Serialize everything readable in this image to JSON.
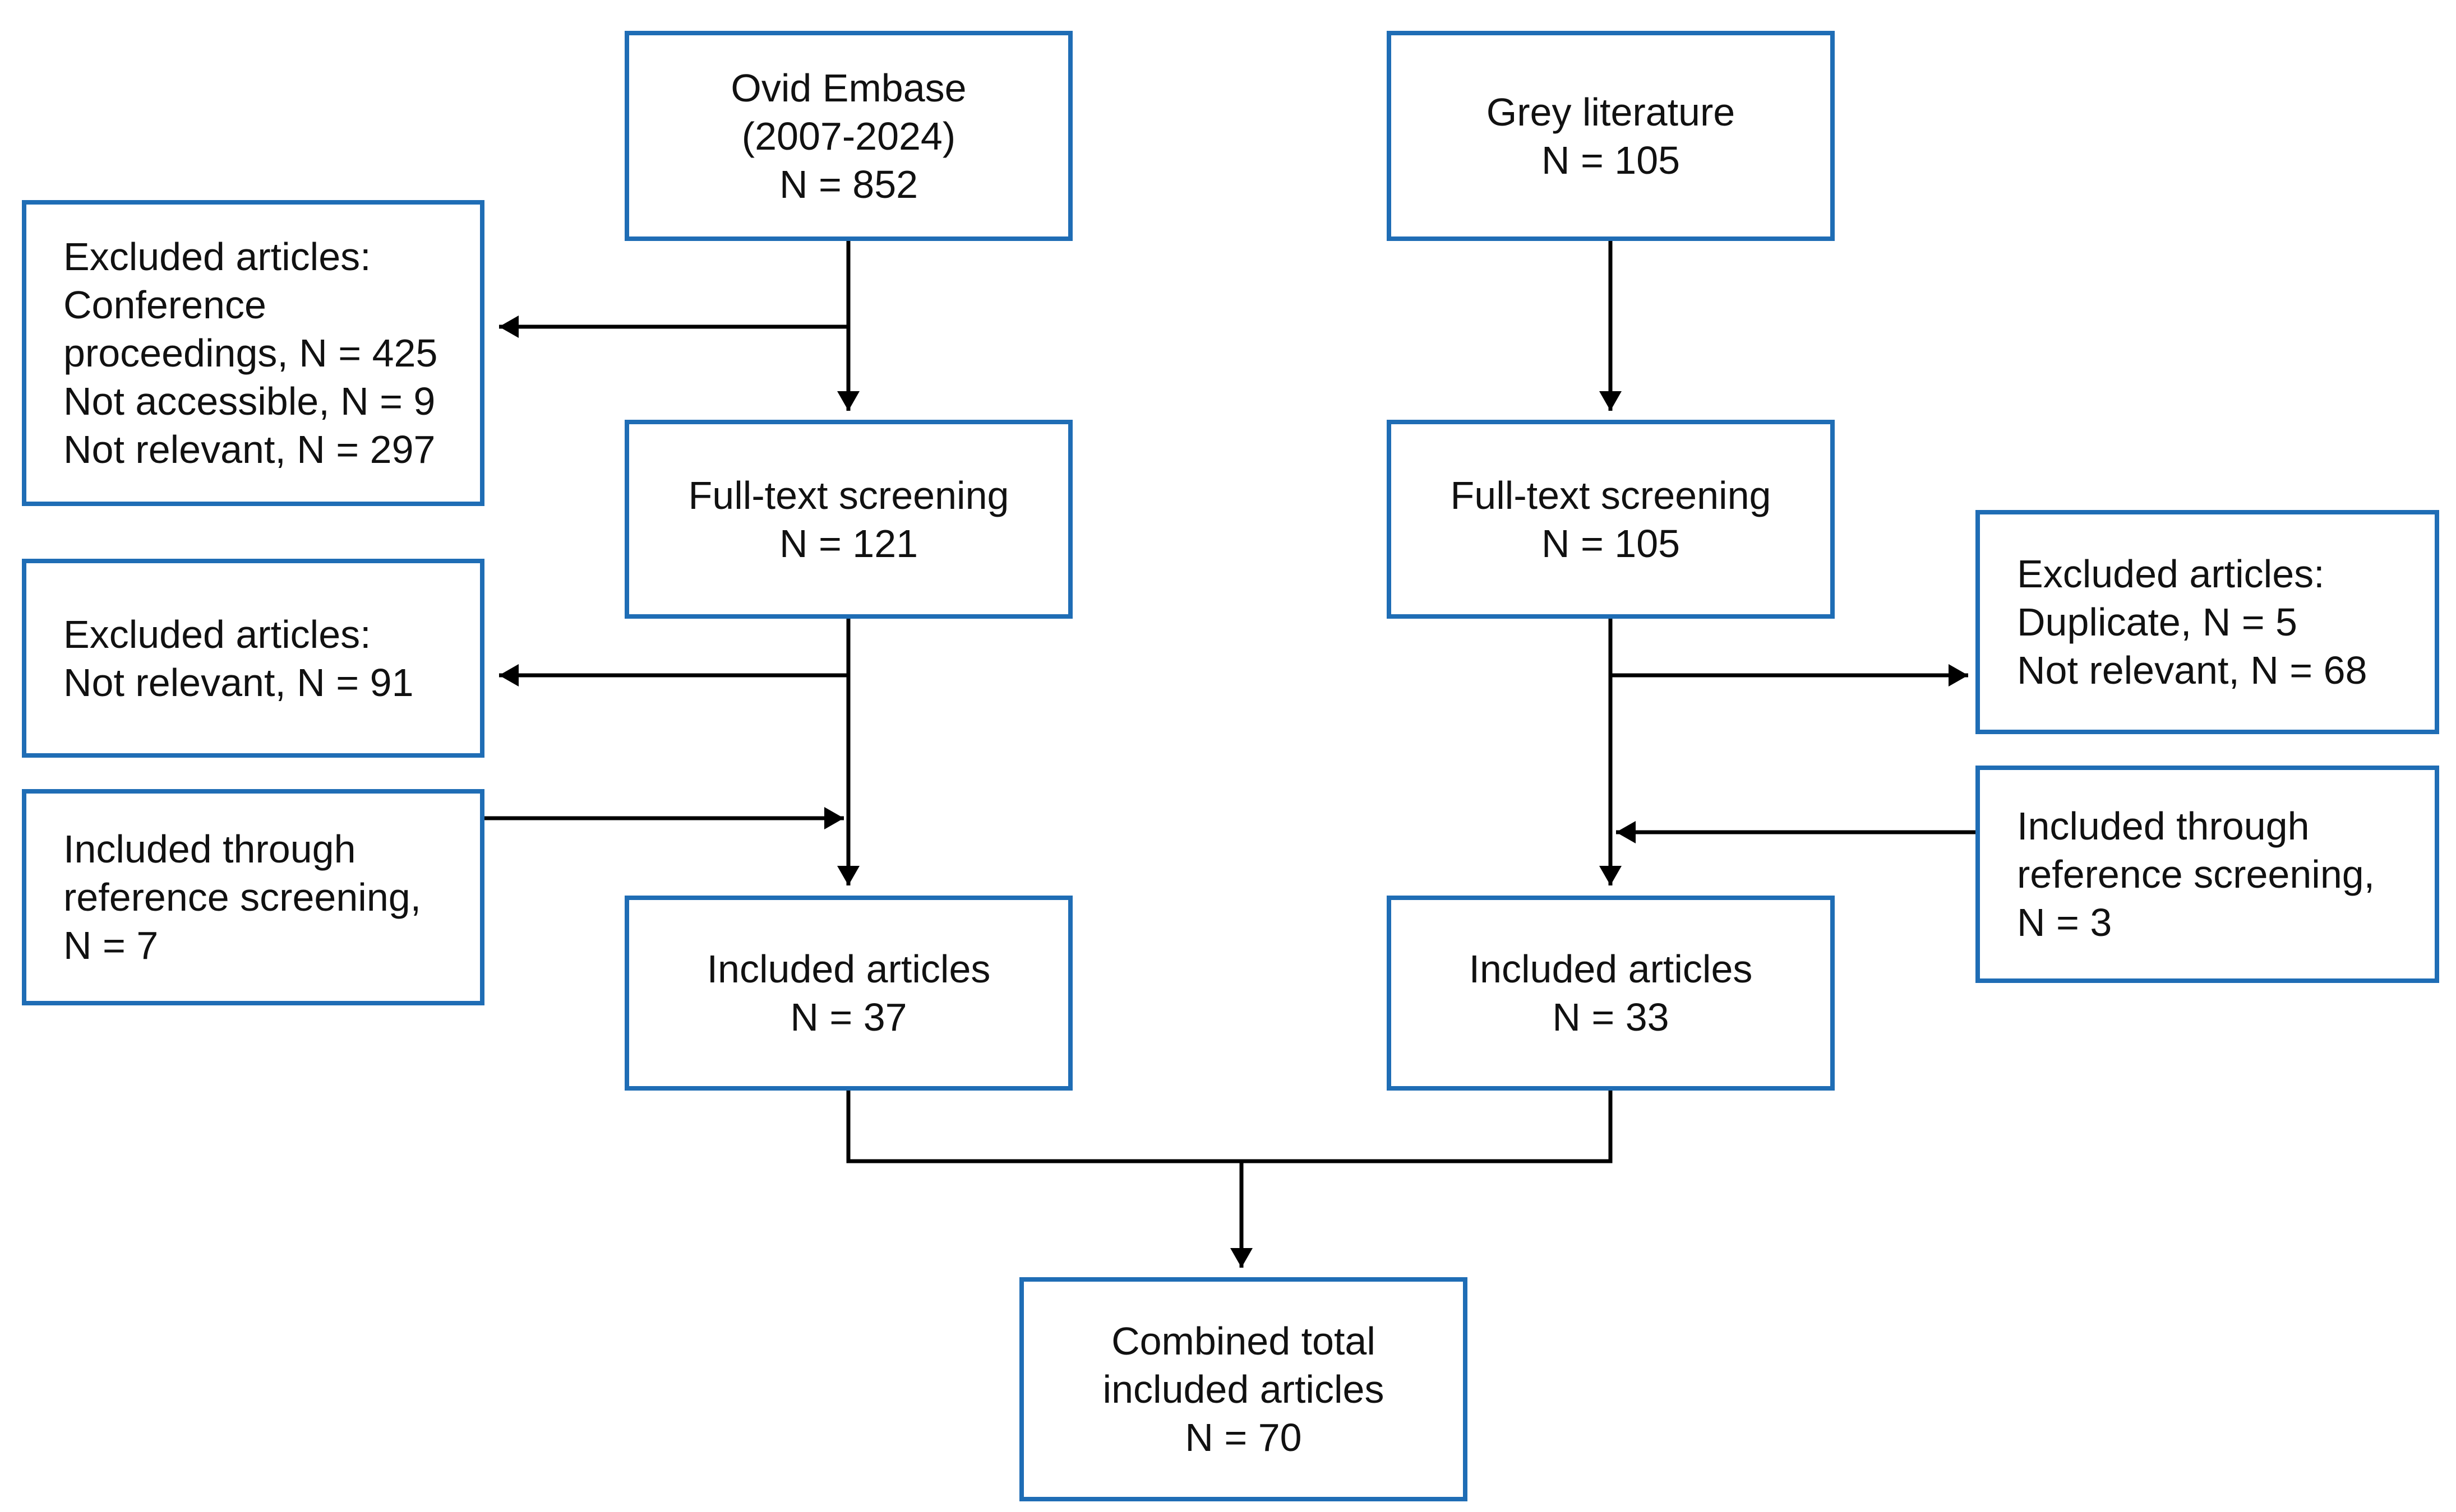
{
  "colors": {
    "box_border": "#1F6DB5",
    "arrow": "#000000",
    "text": "#111111"
  },
  "flowchart": {
    "left_column": {
      "source": {
        "line1": "Ovid Embase",
        "line2": "(2007-2024)",
        "line3": "N = 852"
      },
      "screening": {
        "line1": "Full-text screening",
        "line2": "N = 121"
      },
      "included": {
        "line1": "Included articles",
        "line2": "N = 37"
      },
      "excluded_initial": {
        "line1": "Excluded articles:",
        "line2": "Conference",
        "line3": "proceedings, N = 425",
        "line4": "Not accessible, N = 9",
        "line5": "Not relevant, N = 297"
      },
      "excluded_fulltext": {
        "line1": "Excluded articles:",
        "line2": "Not relevant, N = 91"
      },
      "reference_screening": {
        "line1": "Included through",
        "line2": "reference screening,",
        "line3": "N = 7"
      }
    },
    "right_column": {
      "source": {
        "line1": "Grey literature",
        "line2": "N = 105"
      },
      "screening": {
        "line1": "Full-text screening",
        "line2": "N = 105"
      },
      "included": {
        "line1": "Included articles",
        "line2": "N = 33"
      },
      "excluded": {
        "line1": "Excluded articles:",
        "line2": "Duplicate, N = 5",
        "line3": "Not relevant, N = 68"
      },
      "reference_screening": {
        "line1": "Included through",
        "line2": "reference screening,",
        "line3": "N = 3"
      }
    },
    "combined": {
      "line1": "Combined total",
      "line2": "included articles",
      "line3": "N = 70"
    }
  }
}
